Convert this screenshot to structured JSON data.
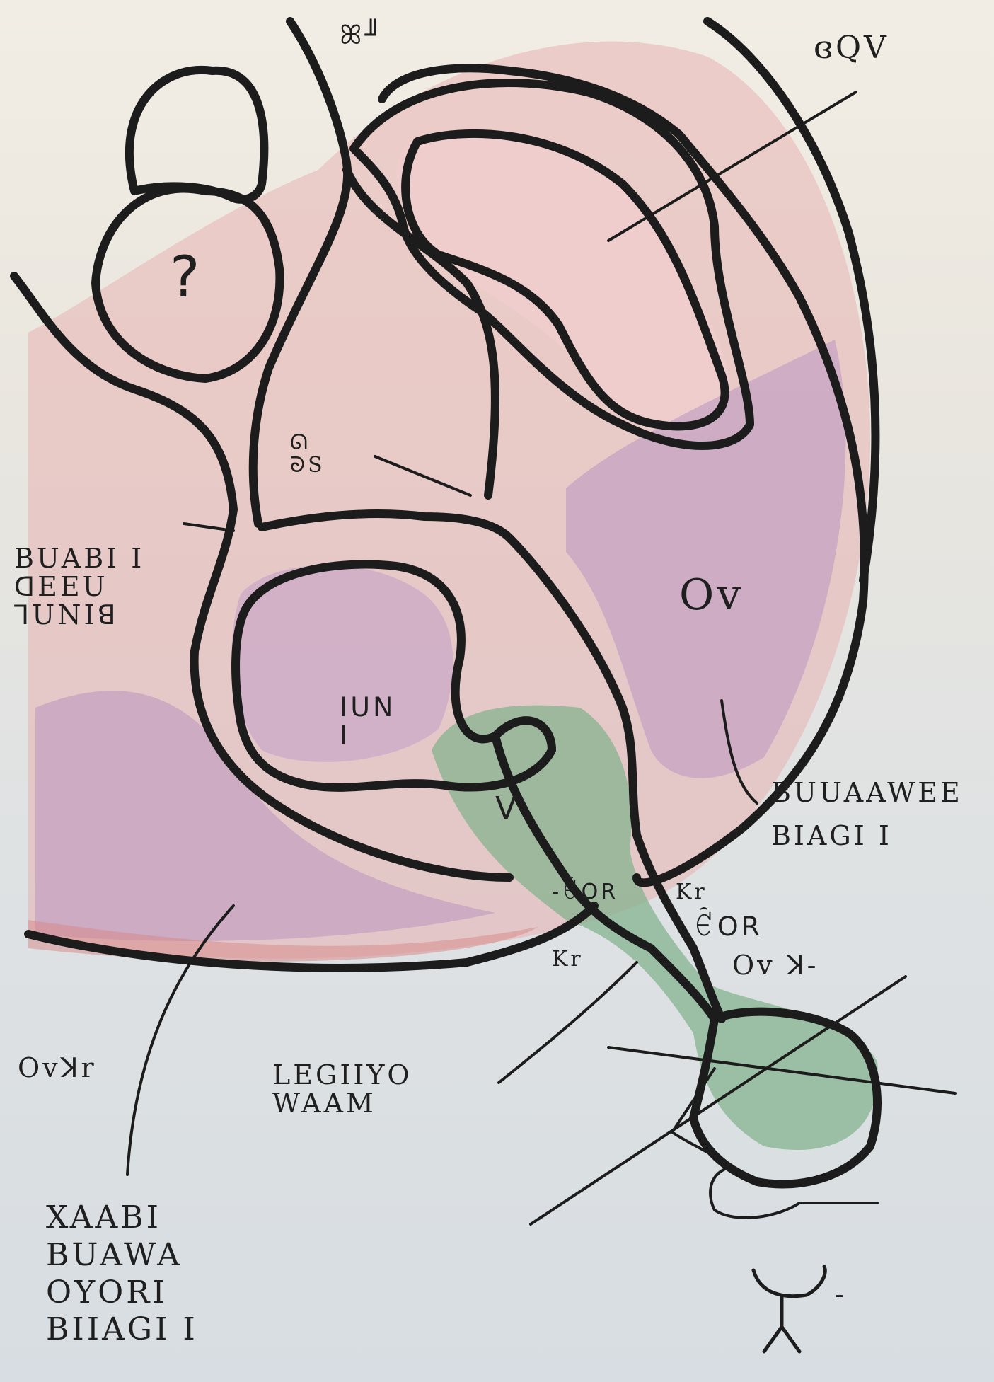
{
  "palette": {
    "paper": "#ece8e1",
    "outline": "#1c1c1c",
    "pink_fill": "#eec6c6",
    "mauve_fill": "#c9a7c3",
    "green_fill": "#7fae86",
    "red_wash": "#d98f8f"
  },
  "labels": {
    "top_glyph": "ꕤ╜",
    "top_right": "ɞQV",
    "question_mark": "?",
    "center_glyph": "ᘏ\nᘐS",
    "left_label": "BUABI I\nꓷEEU\nꓶUNIꓭ",
    "right_ov": "Ov",
    "inner_glyph": "ꓲꓴꓠ\nꓲ",
    "green_glyph": "ꓦ",
    "right_label": "BUUAAWEE\nBIAGI I",
    "kr_top": "-ꑾꓳꓣ",
    "kr_right": "Kr",
    "kr_right_glyph": "ꑾꓳꓣ",
    "kr_left": "Kr",
    "ov_right": "Ov ꓘ-",
    "bottom_left_glyph": "Ovꓘr",
    "legiiyo": "LEGIIYO\nWAAM",
    "bottom_label": "XAABI\nBUAWA\nOYORI\nBIIAGI I",
    "figure_dash": "-"
  }
}
